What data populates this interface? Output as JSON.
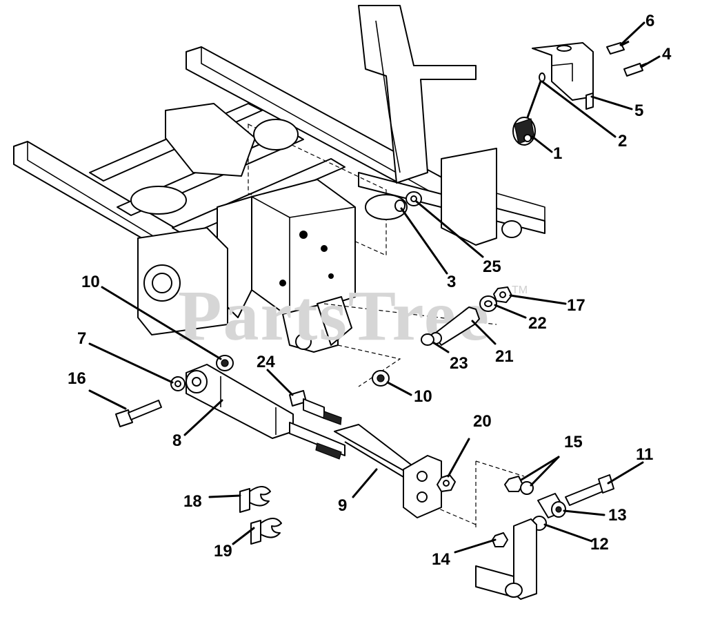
{
  "watermark": {
    "text": "PartsTree",
    "trademark": "TM"
  },
  "callouts": [
    {
      "id": "c1",
      "label": "1"
    },
    {
      "id": "c2",
      "label": "2"
    },
    {
      "id": "c3",
      "label": "3"
    },
    {
      "id": "c4",
      "label": "4"
    },
    {
      "id": "c5",
      "label": "5"
    },
    {
      "id": "c6",
      "label": "6"
    },
    {
      "id": "c7",
      "label": "7"
    },
    {
      "id": "c8",
      "label": "8"
    },
    {
      "id": "c9",
      "label": "9"
    },
    {
      "id": "c10a",
      "label": "10"
    },
    {
      "id": "c10b",
      "label": "10"
    },
    {
      "id": "c11",
      "label": "11"
    },
    {
      "id": "c12",
      "label": "12"
    },
    {
      "id": "c13",
      "label": "13"
    },
    {
      "id": "c14",
      "label": "14"
    },
    {
      "id": "c15",
      "label": "15"
    },
    {
      "id": "c16",
      "label": "16"
    },
    {
      "id": "c17",
      "label": "17"
    },
    {
      "id": "c18",
      "label": "18"
    },
    {
      "id": "c19",
      "label": "19"
    },
    {
      "id": "c20",
      "label": "20"
    },
    {
      "id": "c21",
      "label": "21"
    },
    {
      "id": "c22",
      "label": "22"
    },
    {
      "id": "c23",
      "label": "23"
    },
    {
      "id": "c24",
      "label": "24"
    },
    {
      "id": "c25",
      "label": "25"
    }
  ]
}
